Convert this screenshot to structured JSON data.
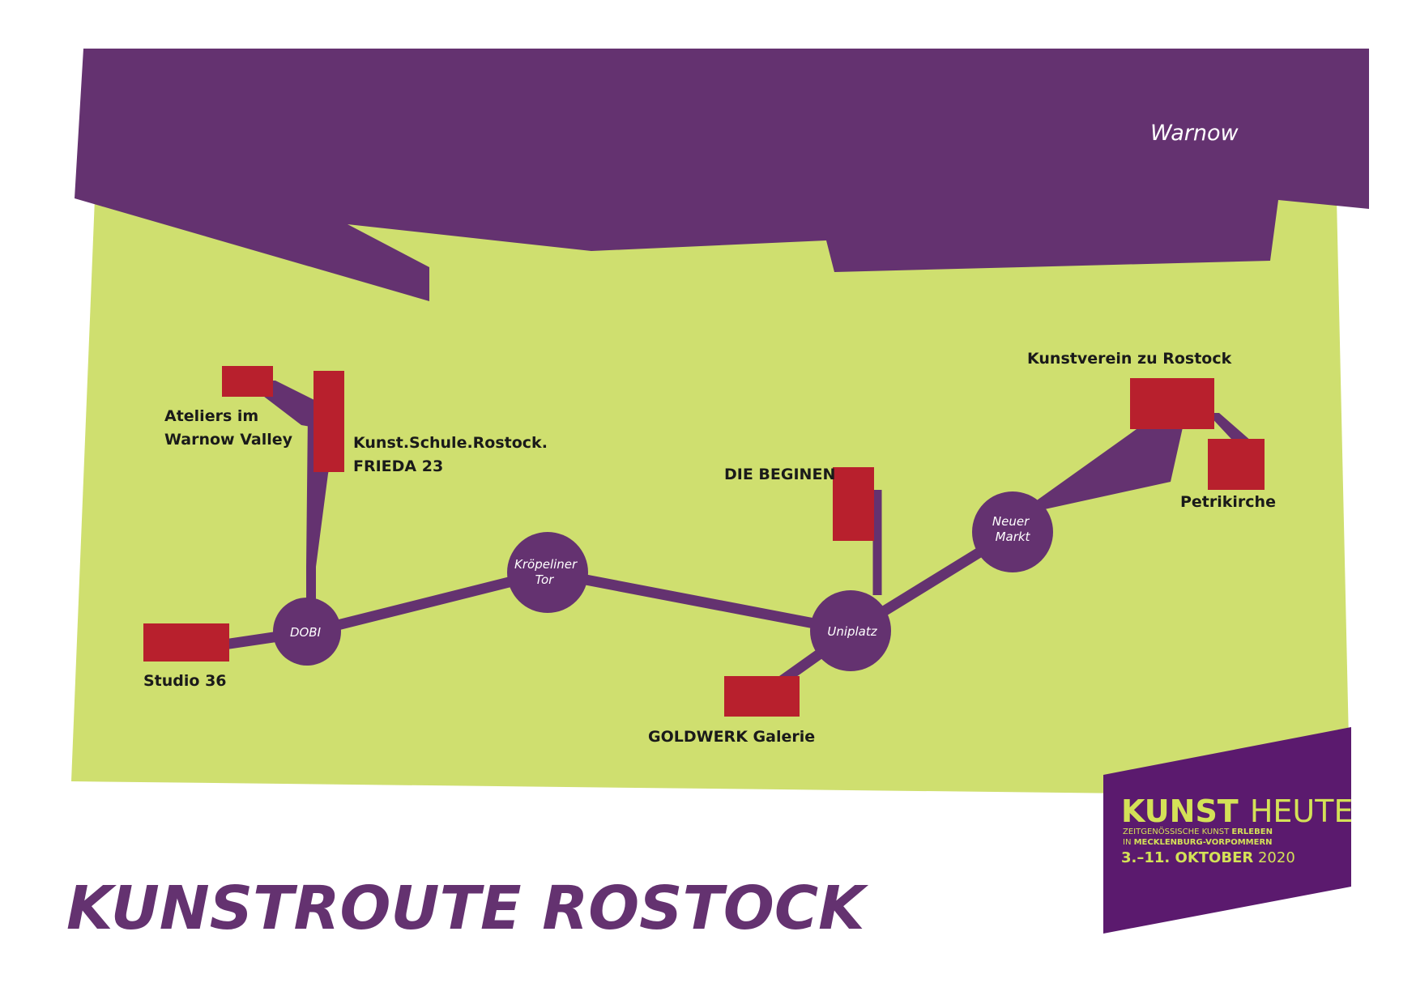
{
  "colors": {
    "land": "#cfdf6f",
    "water": "#643270",
    "route": "#643270",
    "venue": "#b8202d",
    "logo_bg": "#5b1a6e",
    "logo_accent": "#d4e157",
    "title": "#643270"
  },
  "water": {
    "label": "Warnow"
  },
  "stations": [
    {
      "id": "dobi",
      "label_lines": [
        "DOBI"
      ]
    },
    {
      "id": "kroepeliner-tor",
      "label_lines": [
        "Kröpeliner",
        "Tor"
      ]
    },
    {
      "id": "uniplatz",
      "label_lines": [
        "Uniplatz"
      ]
    },
    {
      "id": "neuer-markt",
      "label_lines": [
        "Neuer",
        "Markt"
      ]
    }
  ],
  "venues": [
    {
      "id": "ateliers",
      "label_lines": [
        "Ateliers im",
        "Warnow Valley"
      ]
    },
    {
      "id": "kunstschule",
      "label_lines": [
        "Kunst.Schule.Rostock.",
        "FRIEDA 23"
      ]
    },
    {
      "id": "studio36",
      "label_lines": [
        "Studio 36"
      ]
    },
    {
      "id": "beginen",
      "label_lines": [
        "DIE BEGINEN"
      ]
    },
    {
      "id": "goldwerk",
      "label_lines": [
        "GOLDWERK Galerie"
      ]
    },
    {
      "id": "kunstverein",
      "label_lines": [
        "Kunstverein zu Rostock"
      ]
    },
    {
      "id": "petrikirche",
      "label_lines": [
        "Petrikirche"
      ]
    }
  ],
  "title": "KUNSTROUTE ROSTOCK",
  "logo": {
    "word1": "KUNST",
    "word2": "HEUTE",
    "line1_plain": "ZEITGENÖSSISCHE KUNST ",
    "line1_bold": "ERLEBEN",
    "line2_plain": "IN ",
    "line2_bold": "MECKLENBURG-VORPOMMERN",
    "date_bold": "3.–11. OKTOBER",
    "date_plain": " 2020"
  }
}
